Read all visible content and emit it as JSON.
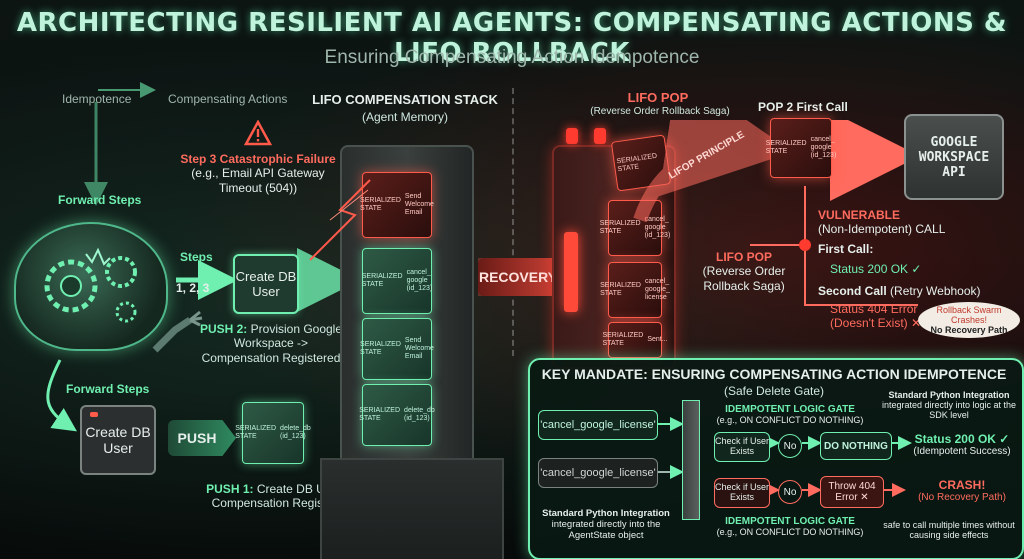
{
  "title": "ARCHITECTING RESILIENT AI AGENTS: COMPENSATING ACTIONS & LIFO ROLLBACK",
  "subtitle": "Ensuring Compensating Action Idempotence",
  "colors": {
    "green": "#6ff0b0",
    "red": "#ff5a4a",
    "white": "#e6efeb"
  },
  "left": {
    "idempotence": "Idempotence",
    "compensating_actions": "Compensating Actions",
    "forward_steps_top": "Forward Steps",
    "forward_steps_bottom": "Forward Steps",
    "steps_label": "Steps",
    "steps_numbers": "1, 2, 3",
    "create_db_user_top": "Create DB User",
    "create_db_user_bottom": "Create DB User",
    "push_label": "PUSH",
    "push1_title": "PUSH 1:",
    "push1_text": "Create DB User -> Compensation Registered",
    "push2_title": "PUSH 2:",
    "push2_text": "Provision Google Workspace -> Compensation Registered",
    "failure_title": "Step 3 Catastrophic Failure",
    "failure_text": "(e.g., Email API Gateway Timeout (504))"
  },
  "stack": {
    "title": "LIFO COMPENSATION STACK",
    "subtitle": "(Agent Memory)",
    "cubes": [
      {
        "state": "SERIALIZED STATE",
        "action": "Send Welcome Email"
      },
      {
        "state": "SERIALIZED STATE",
        "action": "cancel_ google (id_123)"
      },
      {
        "state": "SERIALIZED STATE",
        "action": "Send Welcome Email"
      },
      {
        "state": "SERIALIZED STATE",
        "action": "delete_db (id_123)"
      }
    ],
    "push_cube": {
      "state": "SERIALIZED STATE",
      "action": "delete_db (id_123)"
    }
  },
  "recovery": "RECOVERY",
  "right": {
    "lifo_pop_top": "LIFO POP",
    "lifo_pop_top_sub": "(Reverse Order Rollback Saga)",
    "lifo_principle": "LIFOP PRINCIPLE",
    "pop2": "POP 2 First Call",
    "pop_cube": {
      "state": "SERIALIZED STATE",
      "action": "cancel_ google (id_123)"
    },
    "stack_cubes": [
      {
        "state": "SERIALIZED STATE",
        "action": "cancel_ google (id_123)"
      },
      {
        "state": "SERIALIZED STATE",
        "action": "cancel_ google_ license"
      },
      {
        "state": "SERIALIZED STATE",
        "action": "Sent..."
      }
    ],
    "google_api": "GOOGLE WORKSPACE API",
    "vulnerable": "VULNERABLE",
    "vulnerable_sub": "(Non-Idempotent) CALL",
    "first_call": "First Call:",
    "first_status": "Status 200 OK ✓",
    "second_call": "Second Call",
    "second_call_sub": "(Retry Webhook)",
    "second_status": "Status 404 Error",
    "second_status_sub": "(Doesn't Exist) ✕",
    "lifo_pop_mid": "LIFO POP",
    "lifo_pop_mid_sub": "(Reverse Order Rollback Saga)",
    "swarm_title": "Rollback Swarm Crashes!",
    "swarm_sub": "No Recovery Path"
  },
  "mandate": {
    "title": "KEY MANDATE: ENSURING COMPENSATING ACTION IDEMPOTENCE",
    "subtitle": "(Safe Delete Gate)",
    "cmd_top": "'cancel_google_license'",
    "cmd_bottom": "'cancel_google_license'",
    "gate_top": "IDEMPOTENT LOGIC GATE",
    "gate_top_sub": "(e.g., ON CONFLICT DO NOTHING)",
    "gate_bottom": "IDEMPOTENT LOGIC GATE",
    "gate_bottom_sub": "(e.g., ON CONFLICT DO NOTHING)",
    "check_top": "Check if User Exists",
    "check_bottom": "Check if User Exists",
    "no_top": "No",
    "no_bottom": "No",
    "do_nothing": "DO NOTHING",
    "throw": "Throw 404 Error ✕",
    "status_ok": "Status 200 OK ✓",
    "status_ok_sub": "(Idempotent Success)",
    "crash": "CRASH!",
    "crash_sub": "(No Recovery Path)",
    "std_top_title": "Standard Python Integration",
    "std_top_text": "integrated directly into logic at the SDK level",
    "std_bottom_title": "Standard Python Integration",
    "std_bottom_text": "integrated directly into the AgentState object",
    "safe_text": "safe to call multiple times without causing side effects"
  }
}
